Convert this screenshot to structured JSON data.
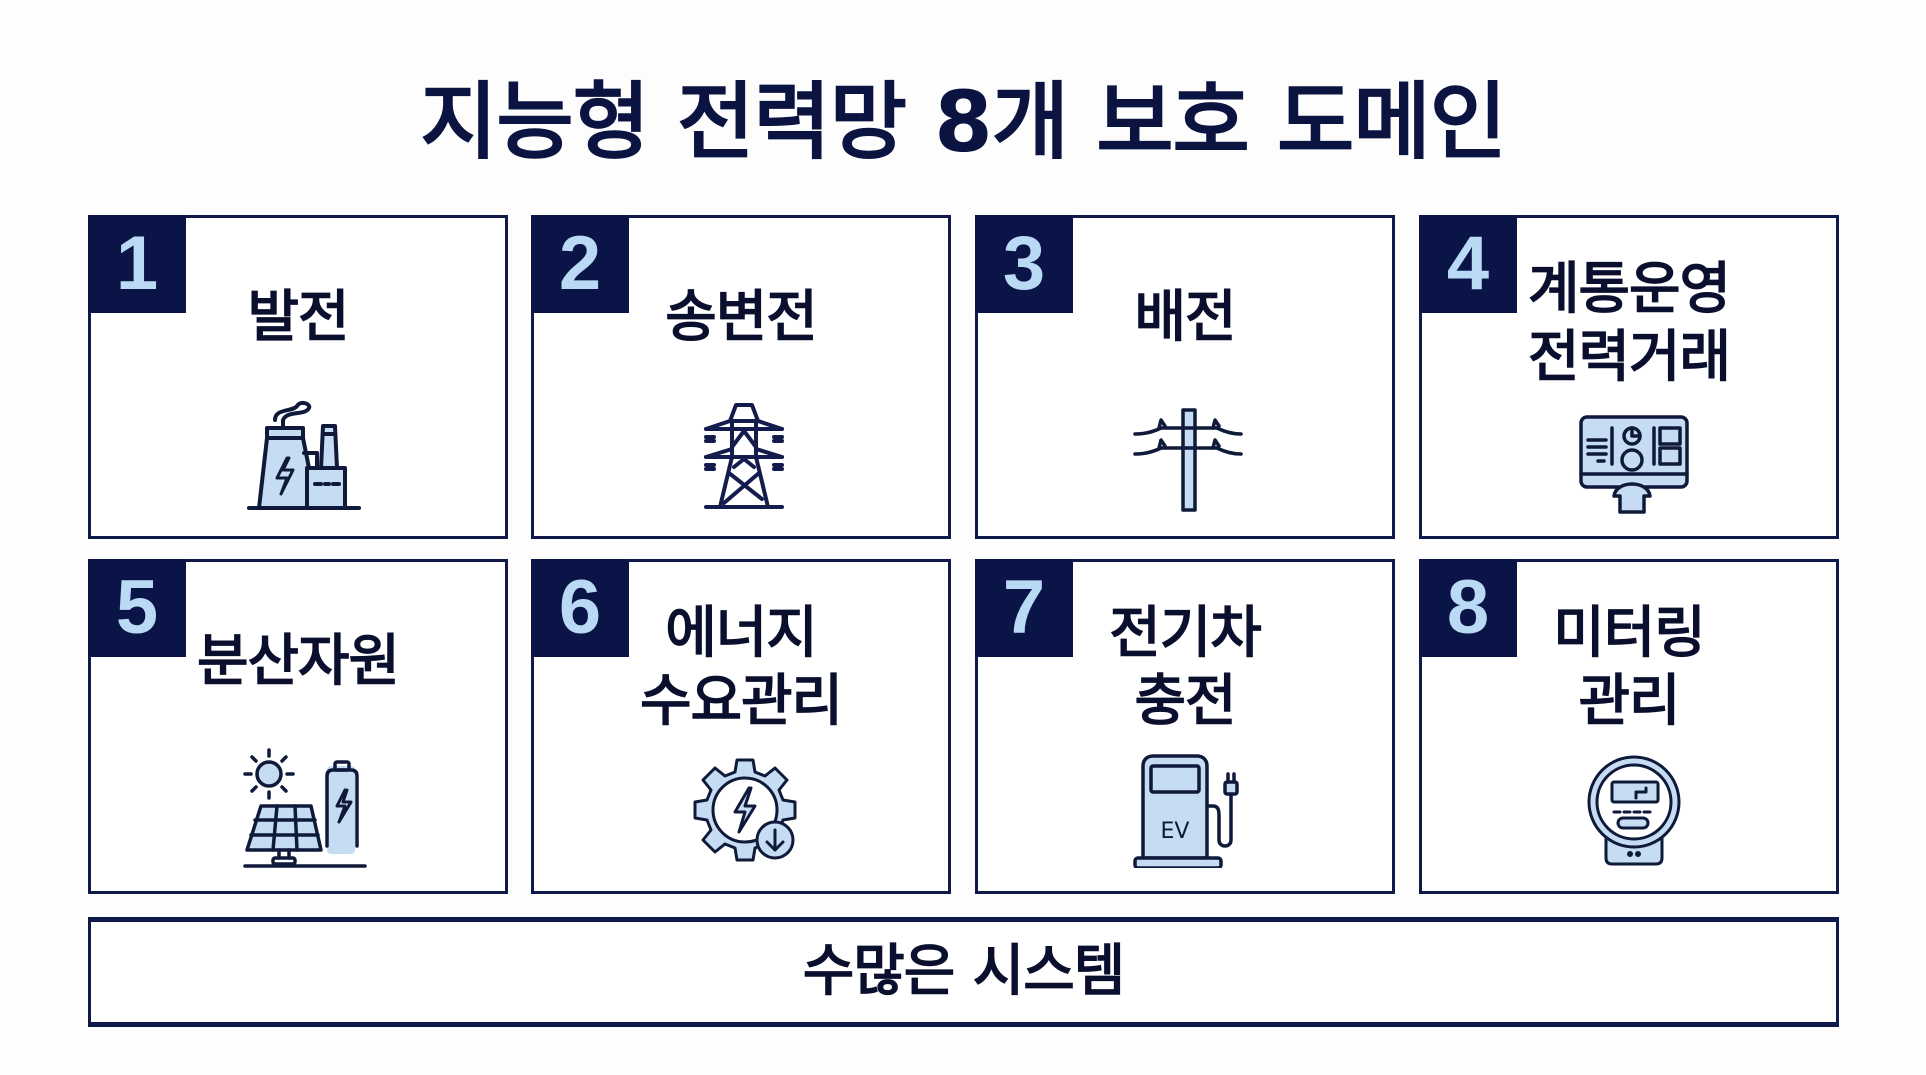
{
  "title": "지능형 전력망 8개 보호 도메인",
  "colors": {
    "navy": "#0a1447",
    "badge_number": "#b9d9f5",
    "icon_fill": "#c5dcf2",
    "icon_stroke": "#0f1a3a",
    "text": "#0b0f2e"
  },
  "domains": [
    {
      "number": "1",
      "label": "발전",
      "icon": "power-plant-icon"
    },
    {
      "number": "2",
      "label": "송변전",
      "icon": "transmission-tower-icon"
    },
    {
      "number": "3",
      "label": "배전",
      "icon": "utility-pole-icon"
    },
    {
      "number": "4",
      "label": "계통운영\n전력거래",
      "icon": "operator-monitor-icon"
    },
    {
      "number": "5",
      "label": "분산자원",
      "icon": "solar-battery-icon"
    },
    {
      "number": "6",
      "label": "에너지\n수요관리",
      "icon": "energy-gear-icon"
    },
    {
      "number": "7",
      "label": "전기차\n충전",
      "icon": "ev-charger-icon"
    },
    {
      "number": "8",
      "label": "미터링\n관리",
      "icon": "smart-meter-icon"
    }
  ],
  "ev_icon_text": "EV",
  "footer": {
    "label": "수많은 시스템"
  }
}
